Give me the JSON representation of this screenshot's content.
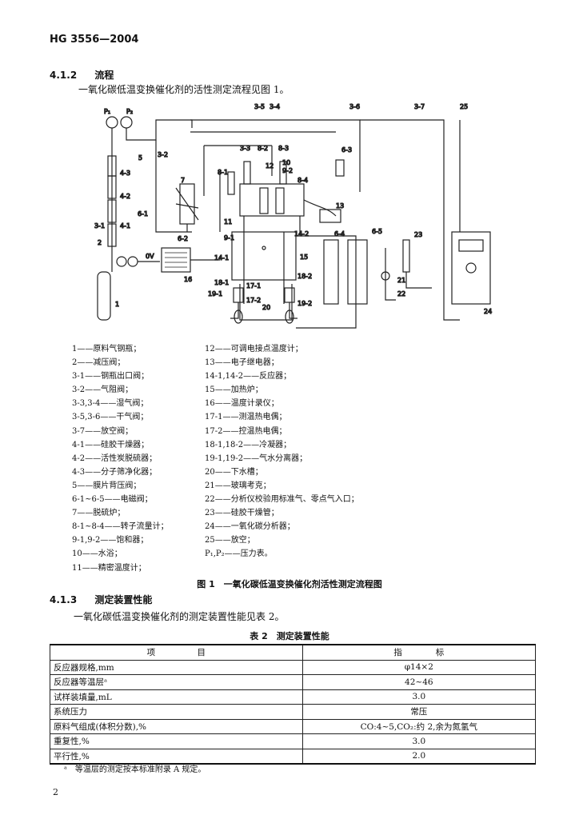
{
  "header": "HG 3556—2004",
  "section_412": {
    "num": "4.1.2",
    "title": "流程"
  },
  "flow_intro": "一氧化碳低温变换催化剂的活性测定流程见图 1。",
  "diagram_labels": {
    "p1": "P₁",
    "p2": "P₂",
    "l35": "3-5",
    "l34": "3-4",
    "l36": "3-6",
    "l37": "3-7",
    "l25": "25",
    "l5": "5",
    "l32": "3-2",
    "l43": "4-3",
    "l42": "4-2",
    "l7": "7",
    "l61": "6-1",
    "l31": "3-1",
    "l41": "4-1",
    "l2": "2",
    "l62": "6-2",
    "l33": "3-3",
    "l82": "8-2",
    "l83": "8-3",
    "l81": "8-1",
    "l63": "6-3",
    "l10": "10",
    "l92": "9-2",
    "l84": "8-4",
    "l91": "9-1",
    "l11": "11",
    "l12": "12",
    "l13": "13",
    "l141": "14-1",
    "l142": "14-2",
    "l64": "6-4",
    "l65": "6-5",
    "l23": "23",
    "l15": "15",
    "l16": "16",
    "l0v": "0V",
    "l181": "18-1",
    "l182": "18-2",
    "l171": "17-1",
    "l172": "17-2",
    "l191": "19-1",
    "l192": "19-2",
    "l20": "20",
    "l21": "21",
    "l22": "22",
    "l24": "24",
    "l1": "1"
  },
  "legend_left": [
    "1——原料气钢瓶；",
    "2——减压阀；",
    "3-1——钢瓶出口阀；",
    "3-2——气阻阀；",
    "3-3,3-4——湿气阀；",
    "3-5,3-6——干气阀；",
    "3-7——放空阀；",
    "4-1——硅胶干燥器；",
    "4-2——活性炭脱硫器；",
    "4-3——分子筛净化器；",
    "5——膜片背压阀；",
    "6-1~6-5——电磁阀；",
    "7——脱硫炉；",
    "8-1~8-4——转子流量计；",
    "9-1,9-2——饱和器；",
    "10——水浴；",
    "11——精密温度计；"
  ],
  "legend_right": [
    "12——可调电接点温度计；",
    "13——电子继电器；",
    "14-1,14-2——反应器；",
    "15——加热炉；",
    "16——温度计录仪；",
    "17-1——测温热电偶；",
    "17-2——控温热电偶；",
    "18-1,18-2——冷凝器；",
    "19-1,19-2——气水分离器；",
    "20——下水槽；",
    "21——玻璃考克；",
    "22——分析仪校验用标准气、零点气入口；",
    "23——硅胶干燥管；",
    "24——一氧化碳分析器；",
    "25——放空；",
    "P₁,P₂——压力表。"
  ],
  "figure_caption": "图 1　一氧化碳低温变换催化剂活性测定流程图",
  "section_413": {
    "num": "4.1.3",
    "title": "测定装置性能"
  },
  "perf_intro": "一氧化碳低温变换催化剂的测定装置性能见表 2。",
  "table_caption": "表 2　测定装置性能",
  "table": {
    "headers": [
      "项　　　　　目",
      "指　　　　标"
    ],
    "rows": [
      [
        "反应器规格,mm",
        "φ14×2"
      ],
      [
        "反应器等温层ᵃ",
        "42~46"
      ],
      [
        "试样装填量,mL",
        "3.0"
      ],
      [
        "系统压力",
        "常压"
      ],
      [
        "原料气组成(体积分数),%",
        "CO:4~5,CO₂:约 2,余为氮氢气"
      ],
      [
        "重复性,%",
        "3.0"
      ],
      [
        "平行性,%",
        "2.0"
      ]
    ]
  },
  "table_note": "ᵃ　等温层的测定按本标准附录 A 规定。",
  "page_number": "2"
}
